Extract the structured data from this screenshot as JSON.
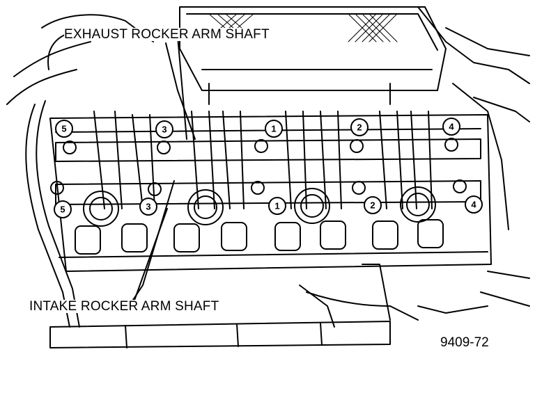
{
  "labels": {
    "exhaust_shaft": "EXHAUST ROCKER ARM SHAFT",
    "intake_shaft": "INTAKE ROCKER ARM SHAFT",
    "figure_number": "9409-72"
  },
  "bolt_sequence_numbers": {
    "upper_row": [
      "5",
      "3",
      "1",
      "2",
      "4"
    ],
    "lower_row": [
      "5",
      "3",
      "1",
      "2",
      "4"
    ]
  }
}
